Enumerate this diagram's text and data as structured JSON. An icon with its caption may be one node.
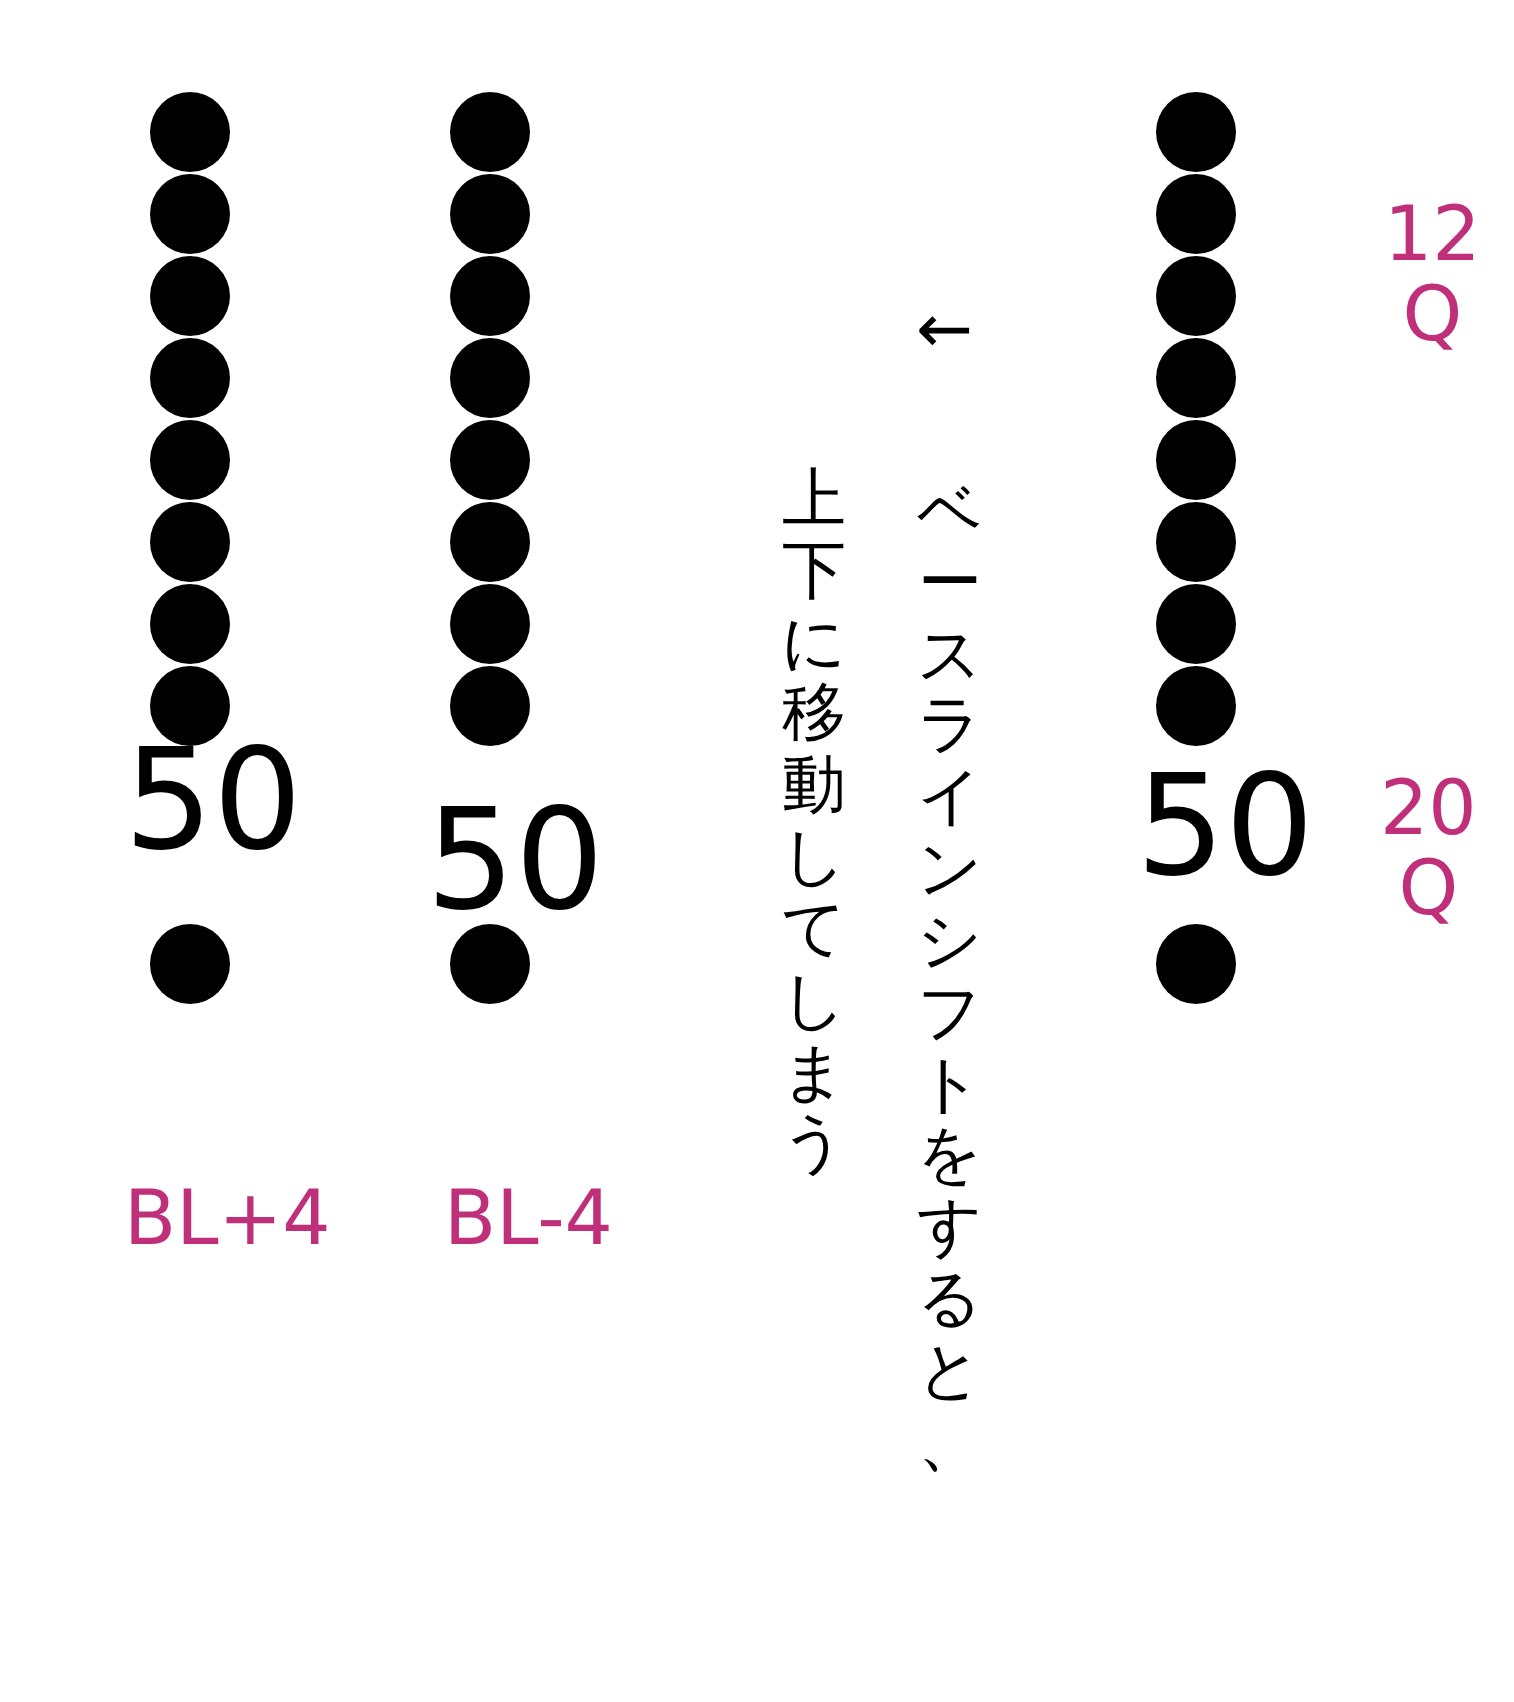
{
  "diagram": {
    "labels": [
      "12 Q",
      "←",
      "ベースラインシフトをすると、",
      "上下に移動してしまう",
      "50",
      "50",
      "50",
      "20 Q",
      "BL+4",
      "BL-4"
    ]
  }
}
